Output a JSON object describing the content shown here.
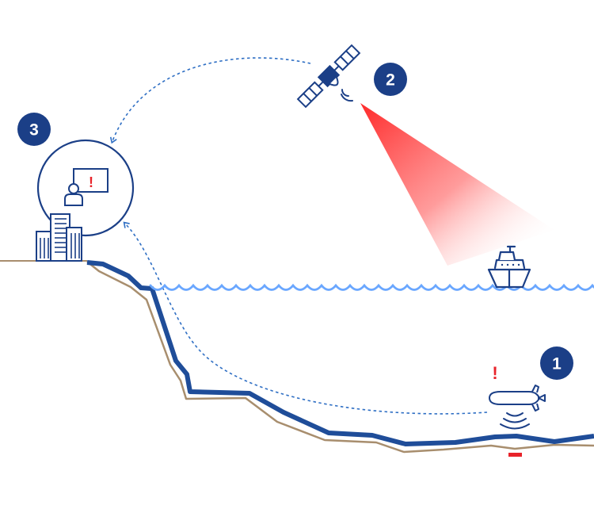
{
  "steps": [
    {
      "number": "1",
      "subject": "underwater-vehicle"
    },
    {
      "number": "2",
      "subject": "satellite"
    },
    {
      "number": "3",
      "subject": "control-center"
    }
  ],
  "alerts": {
    "screen_mark": "!",
    "vehicle_mark": "!"
  },
  "colors": {
    "navy": "#1b3f87",
    "cable": "#1f4d99",
    "seabed": "#a88e6e",
    "water": "#6aa7ff",
    "arrow": "#2f6fc4",
    "alert": "#e8232a",
    "beam": "#ff2a2a"
  }
}
